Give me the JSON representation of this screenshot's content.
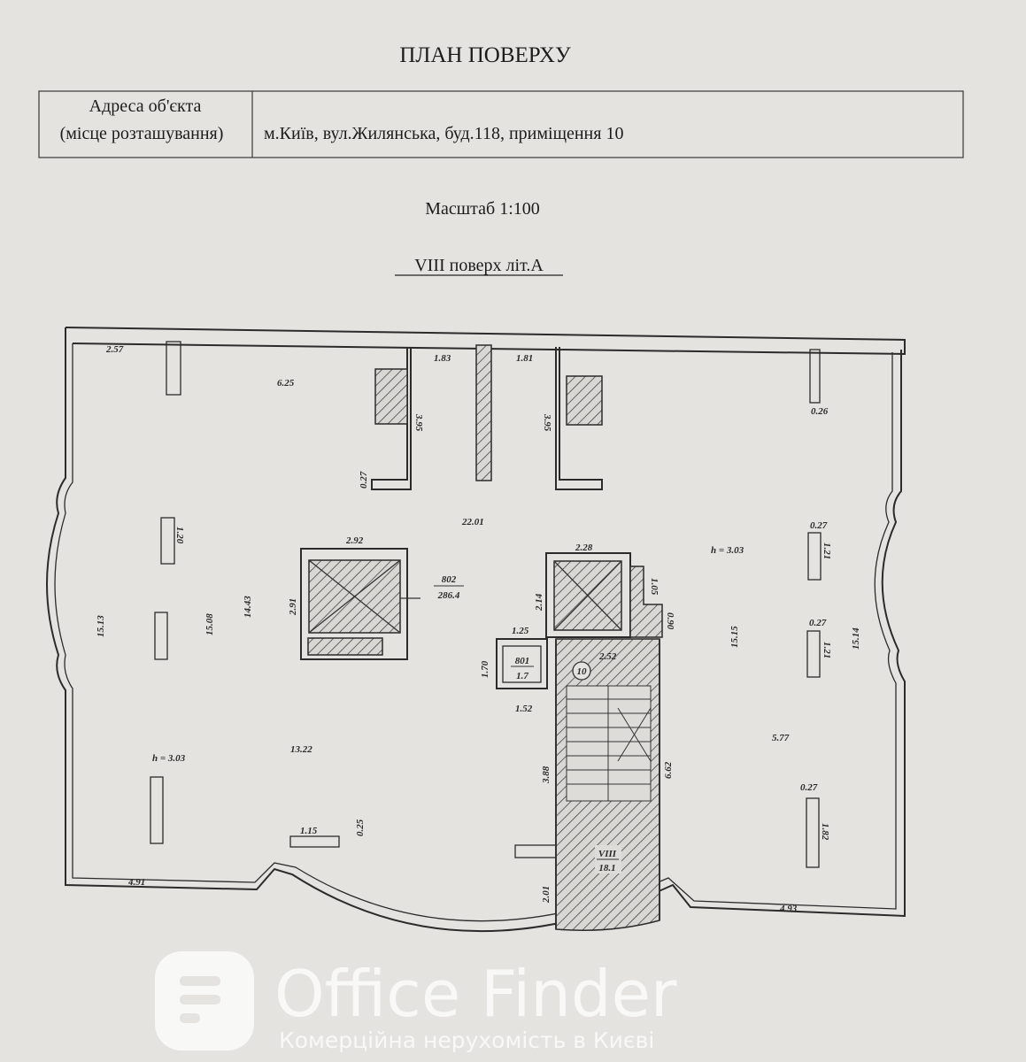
{
  "document": {
    "title": "ПЛАН ПОВЕРХУ",
    "address_label_line1": "Адреса об'єкта",
    "address_label_line2": "(місце розташування)",
    "address_value": "м.Київ, вул.Жилянська, буд.118, приміщення 10",
    "scale": "Масштаб 1:100",
    "floor": "VIII поверх літ.А"
  },
  "watermark": {
    "brand": "Office Finder",
    "tagline": "Комерційна нерухомість в Києві"
  },
  "plan": {
    "labels": [
      "2.57",
      "6.25",
      "1.83",
      "1.81",
      "3.95",
      "3.95",
      "0.26",
      "0.27",
      "22.01",
      "2.92",
      "2.91",
      "1.20",
      "15.13",
      "15.08",
      "14.43",
      "2.28",
      "2.14",
      "1.05",
      "0.90",
      "h = 3.03",
      "0.27",
      "1.21",
      "0.27",
      "1.21",
      "15.15",
      "15.14",
      "1.25",
      "2.52",
      "1.70",
      "1.52",
      "3.88",
      "6.62",
      "5.77",
      "h = 3.03",
      "13.22",
      "1.15",
      "0.25",
      "0.27",
      "1.82",
      "2.01",
      "4.91",
      "4.93"
    ],
    "room_main_number": "802",
    "room_main_area": "286.4",
    "room_small_number": "801",
    "room_small_area": "1.7",
    "premises_number": "10",
    "stair_floor": "VIII",
    "stair_area": "18.1"
  }
}
